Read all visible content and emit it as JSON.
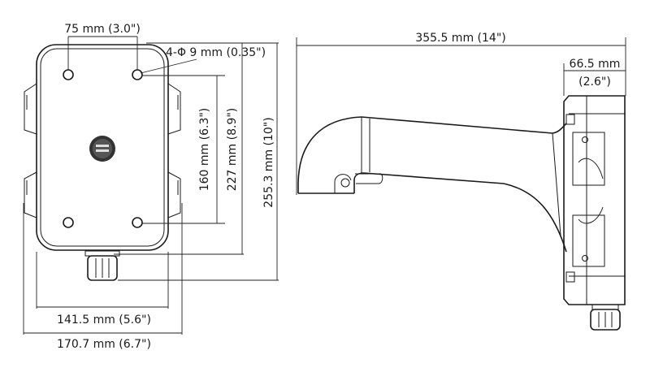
{
  "front_view": {
    "hole_spacing_label": "75 mm (3.0\")",
    "hole_spec_label": "4-Φ 9 mm (0.35\")",
    "hole_vertical_label": "160 mm (6.3\")",
    "body_height_label": "227 mm (8.9\")",
    "total_height_label": "255.3 mm (10\")",
    "body_width_label": "141.5 mm (5.6\")",
    "total_width_label": "170.7 mm (6.7\")"
  },
  "side_view": {
    "arm_length_label": "355.5 mm (14\")",
    "box_depth_label_mm": "66.5 mm",
    "box_depth_label_in": "(2.6\")"
  },
  "colors": {
    "line": "#1a1a1a",
    "background": "#ffffff"
  }
}
